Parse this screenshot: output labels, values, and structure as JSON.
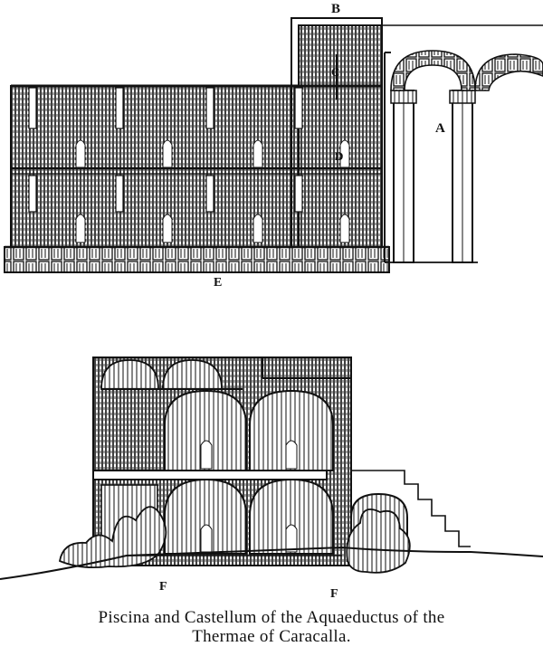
{
  "labels": {
    "a": "A",
    "b": "B",
    "c": "C",
    "d": "D",
    "e": "E",
    "f_left": "F",
    "f_right": "F"
  },
  "caption": {
    "line1": "Piscina and Castellum of the Aquaeductus of the",
    "line2": "Thermae of Caracalla."
  }
}
